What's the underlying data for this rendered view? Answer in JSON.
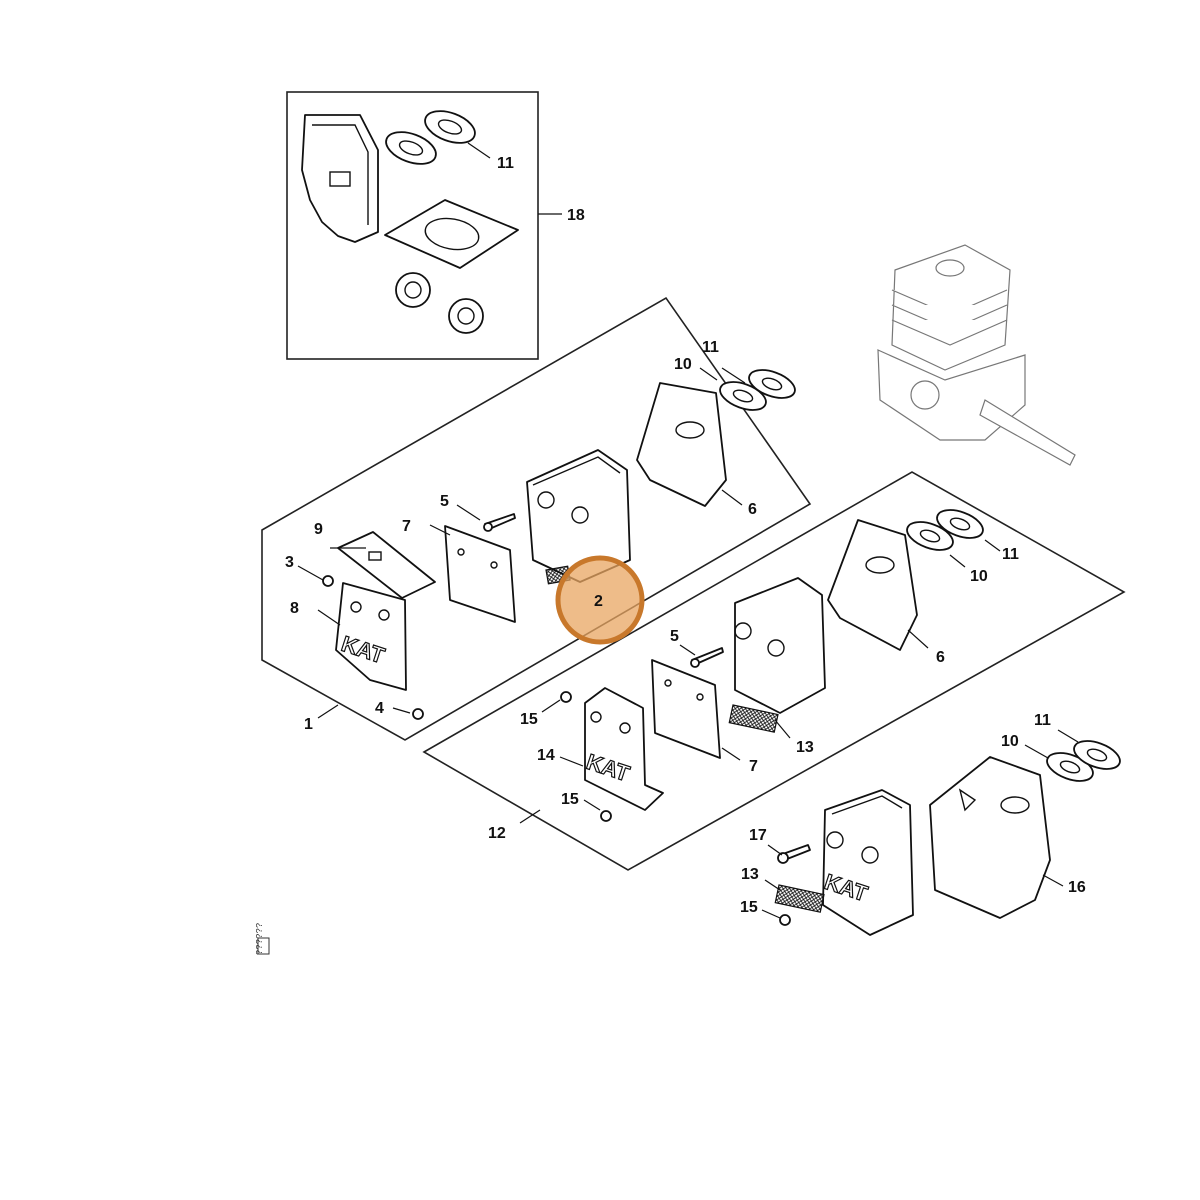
{
  "callouts": {
    "c1": "1",
    "c2": "2",
    "c3": "3",
    "c4": "4",
    "c5a": "5",
    "c5b": "5",
    "c6a": "6",
    "c6b": "6",
    "c7a": "7",
    "c7b": "7",
    "c8": "8",
    "c9": "9",
    "c10a": "10",
    "c10b": "10",
    "c10c": "10",
    "c11a": "11",
    "c11b": "11",
    "c11c": "11",
    "c11d": "11",
    "c12": "12",
    "c13a": "13",
    "c13b": "13",
    "c14": "14",
    "c15a": "15",
    "c15b": "15",
    "c15c": "15",
    "c16": "16",
    "c17": "17",
    "c18": "18"
  },
  "labels": {
    "kat_a": "KAT",
    "kat_b": "KAT",
    "kat_c": "KAT"
  },
  "side_code": "??????",
  "highlight": {
    "target": "2",
    "color": "#e8a561"
  }
}
